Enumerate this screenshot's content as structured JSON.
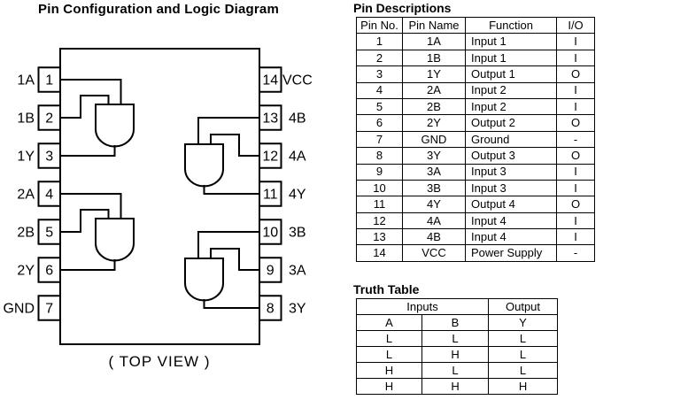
{
  "colors": {
    "line": "#000000",
    "text": "#000000",
    "background": "#ffffff"
  },
  "diagram": {
    "title": "Pin Configuration and Logic Diagram",
    "top_view_label": "( TOP VIEW )",
    "left_pins": [
      {
        "num": "1",
        "name": "1A"
      },
      {
        "num": "2",
        "name": "1B"
      },
      {
        "num": "3",
        "name": "1Y"
      },
      {
        "num": "4",
        "name": "2A"
      },
      {
        "num": "5",
        "name": "2B"
      },
      {
        "num": "6",
        "name": "2Y"
      },
      {
        "num": "7",
        "name": "GND"
      }
    ],
    "right_pins": [
      {
        "num": "14",
        "name": "VCC"
      },
      {
        "num": "13",
        "name": "4B"
      },
      {
        "num": "12",
        "name": "4A"
      },
      {
        "num": "11",
        "name": "4Y"
      },
      {
        "num": "10",
        "name": "3B"
      },
      {
        "num": "9",
        "name": "3A"
      },
      {
        "num": "8",
        "name": "3Y"
      }
    ]
  },
  "pin_descriptions": {
    "title": "Pin Descriptions",
    "headers": [
      "Pin No.",
      "Pin Name",
      "Function",
      "I/O"
    ],
    "rows": [
      [
        "1",
        "1A",
        "Input 1",
        "I"
      ],
      [
        "2",
        "1B",
        "Input 1",
        "I"
      ],
      [
        "3",
        "1Y",
        "Output 1",
        "O"
      ],
      [
        "4",
        "2A",
        "Input 2",
        "I"
      ],
      [
        "5",
        "2B",
        "Input 2",
        "I"
      ],
      [
        "6",
        "2Y",
        "Output 2",
        "O"
      ],
      [
        "7",
        "GND",
        "Ground",
        "-"
      ],
      [
        "8",
        "3Y",
        "Output 3",
        "O"
      ],
      [
        "9",
        "3A",
        "Input 3",
        "I"
      ],
      [
        "10",
        "3B",
        "Input 3",
        "I"
      ],
      [
        "11",
        "4Y",
        "Output 4",
        "O"
      ],
      [
        "12",
        "4A",
        "Input 4",
        "I"
      ],
      [
        "13",
        "4B",
        "Input 4",
        "I"
      ],
      [
        "14",
        "VCC",
        "Power Supply",
        "-"
      ]
    ]
  },
  "truth_table": {
    "title": "Truth Table",
    "group_headers": [
      "Inputs",
      "Output"
    ],
    "col_headers": [
      "A",
      "B",
      "Y"
    ],
    "rows": [
      [
        "L",
        "L",
        "L"
      ],
      [
        "L",
        "H",
        "L"
      ],
      [
        "H",
        "L",
        "L"
      ],
      [
        "H",
        "H",
        "H"
      ]
    ]
  }
}
